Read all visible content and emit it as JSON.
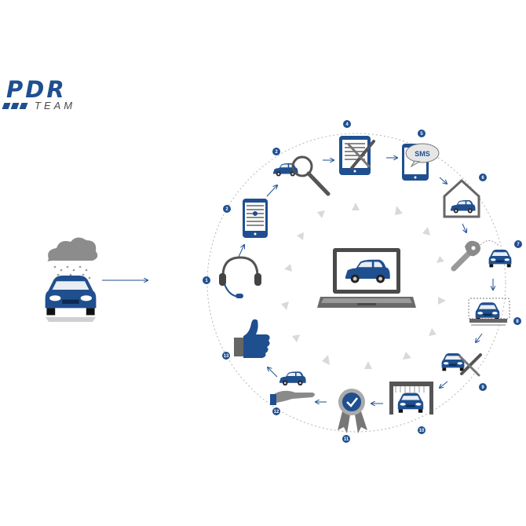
{
  "logo": {
    "brand_main": "PDR",
    "brand_sub": "TEAM",
    "brand_color": "#1f4f8f",
    "accent_gray": "#8a8a8a"
  },
  "steps": [
    {
      "number": "1",
      "icon": "headset-icon"
    },
    {
      "number": "2",
      "icon": "tablet-form-icon"
    },
    {
      "number": "2",
      "icon": "car-magnifier-icon"
    },
    {
      "number": "4",
      "icon": "tablet-tools-icon"
    },
    {
      "number": "5",
      "icon": "sms-phone-icon"
    },
    {
      "number": "6",
      "icon": "garage-icon"
    },
    {
      "number": "7",
      "icon": "car-key-icon"
    },
    {
      "number": "8",
      "icon": "car-lift-icon"
    },
    {
      "number": "9",
      "icon": "car-repair-icon"
    },
    {
      "number": "10",
      "icon": "car-wash-icon"
    },
    {
      "number": "11",
      "icon": "quality-badge-icon"
    },
    {
      "number": "12",
      "icon": "car-hand-delivery-icon"
    },
    {
      "number": "13",
      "icon": "thumbs-up-icon"
    }
  ],
  "left_icon": "hail-storm-car-icon",
  "center_icon": "laptop-car-icon",
  "sms_text": "SMS"
}
